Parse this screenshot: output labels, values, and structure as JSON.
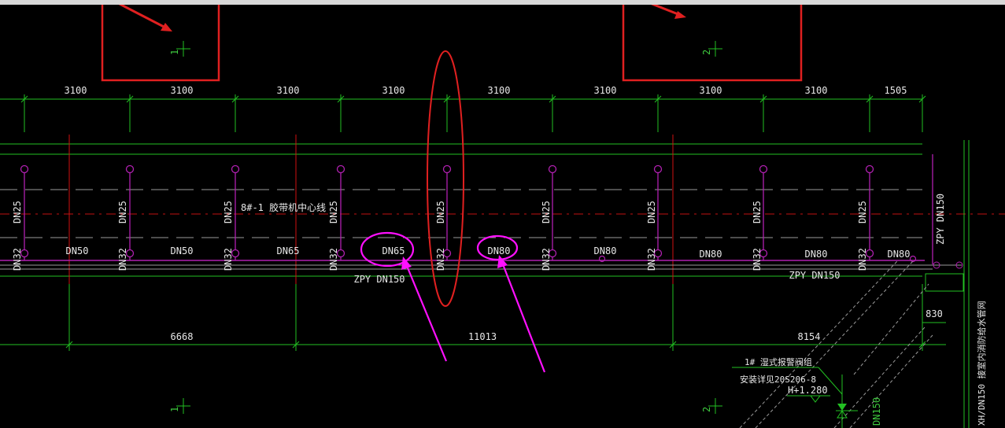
{
  "top_dims": [
    "3100",
    "3100",
    "3100",
    "3100",
    "3100",
    "3100",
    "3100",
    "3100",
    "1505"
  ],
  "branch_labels": [
    "DN25",
    "DN25",
    "DN25",
    "DN25",
    "DN25",
    "DN25",
    "DN25",
    "DN25",
    "DN25"
  ],
  "bottom_labels": [
    "DN32",
    "DN32",
    "DN32",
    "DN32",
    "DN32",
    "DN32",
    "DN32",
    "DN32",
    "DN32"
  ],
  "main_labels": [
    "DN50",
    "DN50",
    "DN65",
    "DN65",
    "DN80",
    "DN80",
    "DN80",
    "DN80",
    "DN80"
  ],
  "main_pipe_labels": [
    "ZPY DN150",
    "ZPY DN150"
  ],
  "vertical_pipe_label": "ZPY DN150",
  "center_line_label": "8#-1 胶带机中心线",
  "bottom_dims": [
    "6668",
    "11013",
    "8154"
  ],
  "small_dim": "830",
  "valve_note_1": "1# 湿式报警阀组",
  "valve_note_2": "安装详见20S206-8",
  "elevation": "H+1.280",
  "right_vertical_text": "XH/DN150 接室内消防给水管网",
  "dn150_vertical": "DN150",
  "axis_labels": [
    "1",
    "2",
    "1",
    "2"
  ],
  "colors": {
    "dimension": "#22c022",
    "pipe": "#b020b0",
    "annotation_red": "#e02020",
    "annotation_magenta": "#ff10ff",
    "text": "#e8e8e8"
  }
}
